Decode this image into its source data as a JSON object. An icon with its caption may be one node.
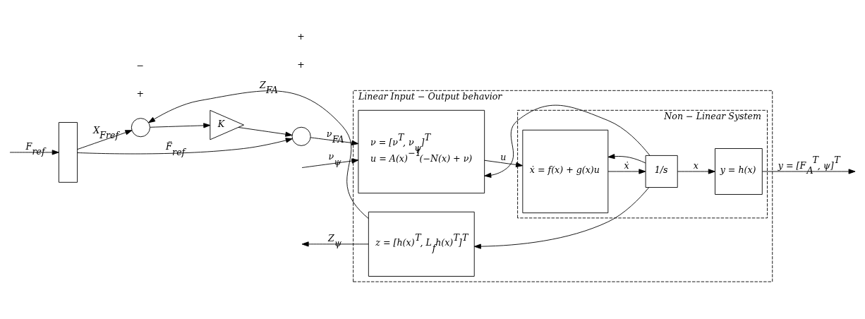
{
  "diagram": {
    "nodes": [
      {
        "text": [
          "Linear Input − Output behavior"
        ]
      },
      {
        "text": [
          "Non − Linear System"
        ],
        "in": 0
      },
      {
        "text": [],
        "shape": "box"
      },
      {
        "text": [],
        "shape": "circle"
      },
      {
        "text": [
          "K"
        ]
      },
      {
        "text": [],
        "shape": "circle"
      },
      {
        "text": [
          "ν = [ν$^{T}$, ν$_{ψ}$]$^{T}$",
          "u = A(x)$^{−1}$(−N(x) + ν)"
        ],
        "in": 0
      },
      {
        "text": [
          "ẋ = f(x) + g(x)u"
        ],
        "in": 1
      },
      {
        "text": [
          "1/s"
        ],
        "in": 1
      },
      {
        "text": [
          "y = h(x)"
        ],
        "in": 1
      },
      {
        "text": [
          "z = [h(x)$^{T}$, L$_{f}$h(x)$^{T}$]$^{T}$"
        ],
        "in": 0
      }
    ],
    "edges": [
      {
        "from": null,
        "to": 2,
        "arrow": "to",
        "label": "F$_{ref}$"
      },
      {
        "from": 2,
        "to": 5,
        "arrow": "to",
        "label": "F̈$_{ref}$"
      },
      {
        "from": 2,
        "to": 3,
        "arrow": "to",
        "label": "X$_{Fref}$"
      },
      {
        "from": 3,
        "to": 4,
        "arrow": "to"
      },
      {
        "from": 4,
        "to": 5,
        "arrow": "to"
      },
      {
        "from": 5,
        "to": 6,
        "arrow": "to",
        "label": "ν$_{FA}$"
      },
      {
        "from": null,
        "to": 6,
        "arrow": "to",
        "label": "ν$_{ψ}$"
      },
      {
        "from": 6,
        "to": 7,
        "arrow": "to",
        "label": "u"
      },
      {
        "from": 7,
        "to": 8,
        "arrow": "to",
        "label": "ẋ"
      },
      {
        "from": 8,
        "to": 9,
        "arrow": "to",
        "label": "x"
      },
      {
        "from": 9,
        "to": null,
        "arrow": "to",
        "label": "y = [F$_{A}$$^{T}$, ψ]$^{T}$"
      },
      {
        "from": 8,
        "to": 7,
        "arrow": "to"
      },
      {
        "from": 8,
        "to": 6,
        "arrow": "to"
      },
      {
        "from": 8,
        "to": 10,
        "arrow": "to"
      },
      {
        "from": 10,
        "to": 3,
        "arrow": "to",
        "label": "Z$_{FA}$"
      },
      {
        "from": 10,
        "to": null,
        "arrow": "to",
        "label": "Z$_{ψ}$"
      }
    ],
    "labels": [
      "+",
      "+",
      "−",
      "+"
    ]
  }
}
